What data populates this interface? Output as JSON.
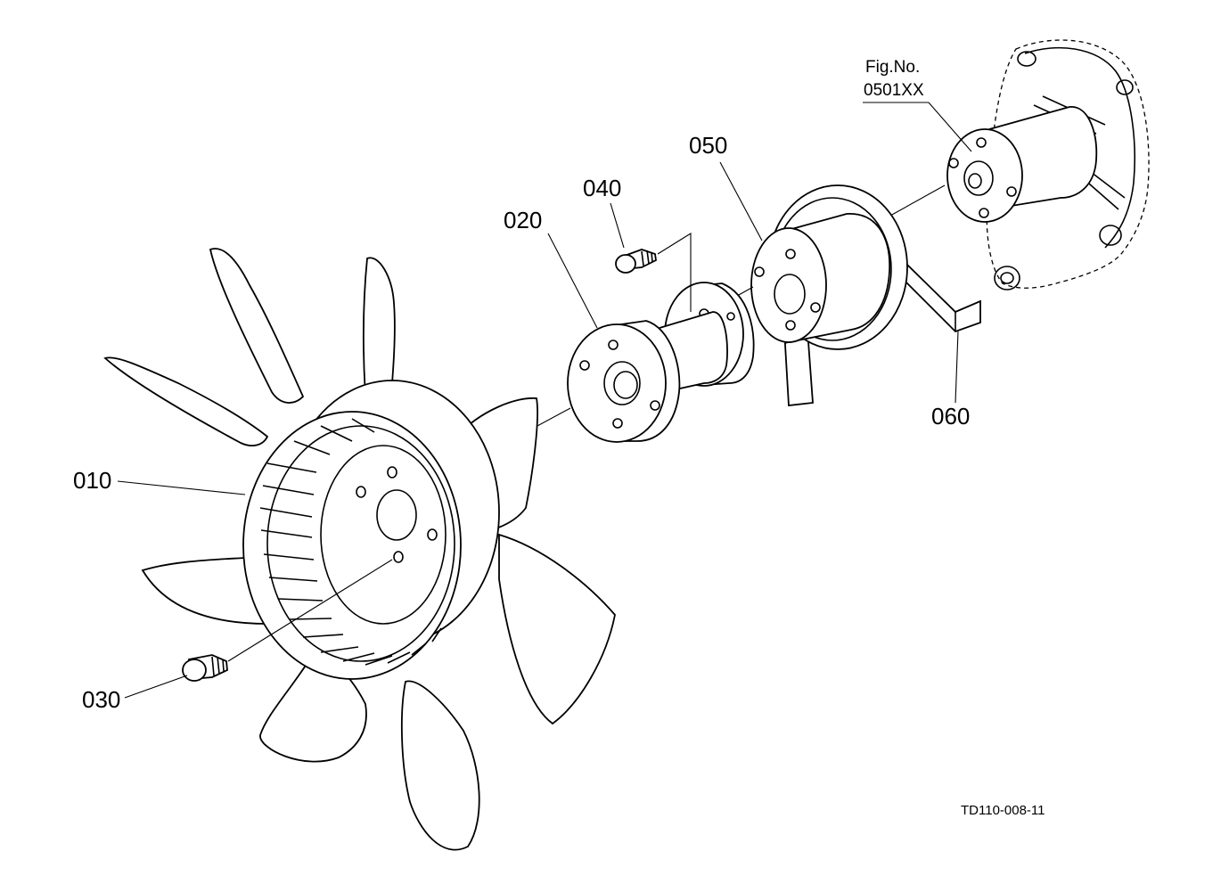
{
  "figure": {
    "fig_no_label": "Fig.No.",
    "fig_no_value": "0501XX",
    "drawing_code": "TD110-008-11"
  },
  "parts": [
    {
      "id": "010",
      "name": "fan"
    },
    {
      "id": "020",
      "name": "spacer"
    },
    {
      "id": "030",
      "name": "bolt"
    },
    {
      "id": "040",
      "name": "bolt"
    },
    {
      "id": "050",
      "name": "fan-drive-pulley"
    },
    {
      "id": "060",
      "name": "v-belt"
    }
  ],
  "labels": {
    "p010": "010",
    "p020": "020",
    "p030": "030",
    "p040": "040",
    "p050": "050",
    "p060": "060"
  }
}
